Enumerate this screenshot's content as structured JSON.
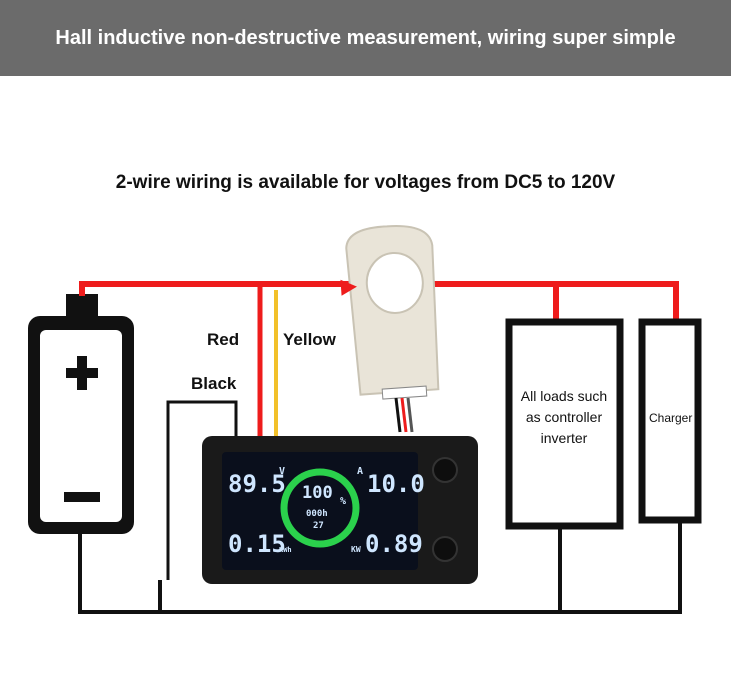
{
  "banner": {
    "title": "Hall inductive non-destructive measurement, wiring super simple"
  },
  "subtitle": "2-wire wiring is available for voltages from DC5 to 120V",
  "wires": {
    "red": "Red",
    "yellow": "Yellow",
    "black": "Black"
  },
  "battery": {
    "plus": "+",
    "minus": "−"
  },
  "loads": {
    "label": "All loads such as controller inverter"
  },
  "charger": {
    "label": "Charger"
  },
  "meter": {
    "voltage": "89.5",
    "voltage_unit": "V",
    "current": "10.0",
    "current_unit": "A",
    "percent": "100",
    "percent_unit": "%",
    "time": "000h",
    "minutes": "27",
    "energy": "0.15",
    "energy_unit": "KWh",
    "power": "0.89",
    "power_unit": "KW"
  },
  "colors": {
    "red_wire": "#ee1c1c",
    "yellow_wire": "#f2c02a",
    "black_wire": "#111111",
    "banner": "#6b6b6b",
    "lcd_bg": "#0a0f1c",
    "lcd_digits": "#cfe6ff",
    "ring": "#2bd14c"
  }
}
